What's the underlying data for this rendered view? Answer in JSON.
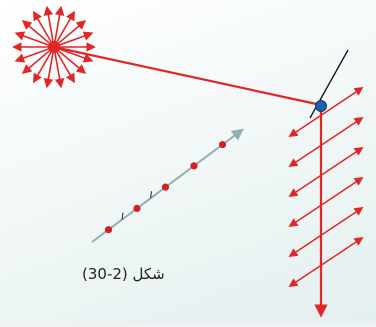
{
  "figure": {
    "caption": "شكل (2-30)"
  },
  "colors": {
    "arrow_red": "#e02626",
    "dot_red": "#d42020",
    "propagation_arrow": "#8fb0ae",
    "surface_line": "#111111",
    "contact_point": "#1d5fa8",
    "background": "#eef4f4"
  },
  "elements": {
    "source_rays": 18,
    "polarization_arrows_on_beam": 6,
    "dots_on_propagation_arrow": 5,
    "ticks_on_propagation_arrow": 2
  }
}
